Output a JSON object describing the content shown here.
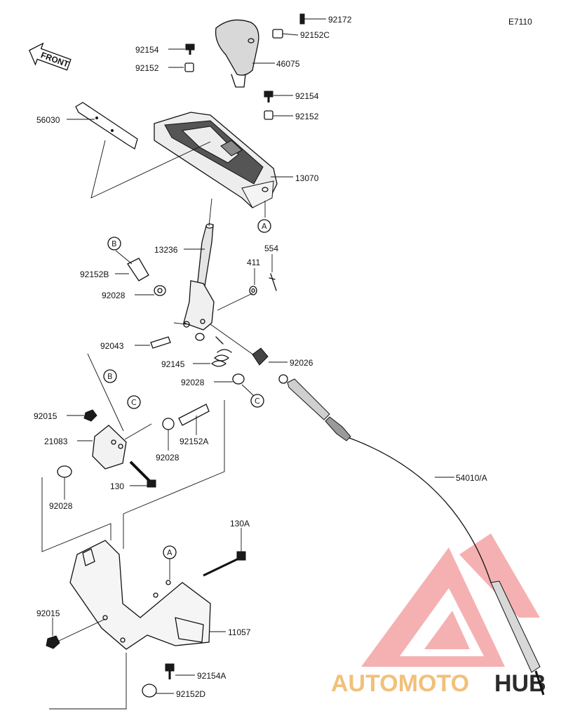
{
  "diagram_code": "E7110",
  "front_label": "FRONT",
  "watermark": {
    "brand": "AUTOMOTOHUB",
    "part1": "AUTOMOTO",
    "part2": "HUB",
    "accent": "#f4a4a4",
    "accent_text": "#f2c07a",
    "dark_text": "#2b2b2b"
  },
  "labels": {
    "l92172": "92172",
    "l92152C": "92152C",
    "l92154a": "92154",
    "l92152a": "92152",
    "l46075": "46075",
    "l92154b": "92154",
    "l92152b": "92152",
    "l56030": "56030",
    "l13070": "13070",
    "l13236": "13236",
    "l554": "554",
    "l411": "411",
    "l92152B": "92152B",
    "l92028a": "92028",
    "l92043": "92043",
    "l92145": "92145",
    "l92026": "92026",
    "l92028b": "92028",
    "l92015a": "92015",
    "l21083": "21083",
    "l92152A": "92152A",
    "l92028c": "92028",
    "l130": "130",
    "l92028d": "92028",
    "l54010A": "54010/A",
    "l130A": "130A",
    "l92015b": "92015",
    "l11057": "11057",
    "l92154A": "92154A",
    "l92152D": "92152D"
  },
  "refs": {
    "A1": "A",
    "A2": "A",
    "B1": "B",
    "B2": "B",
    "C1": "C",
    "C2": "C"
  }
}
